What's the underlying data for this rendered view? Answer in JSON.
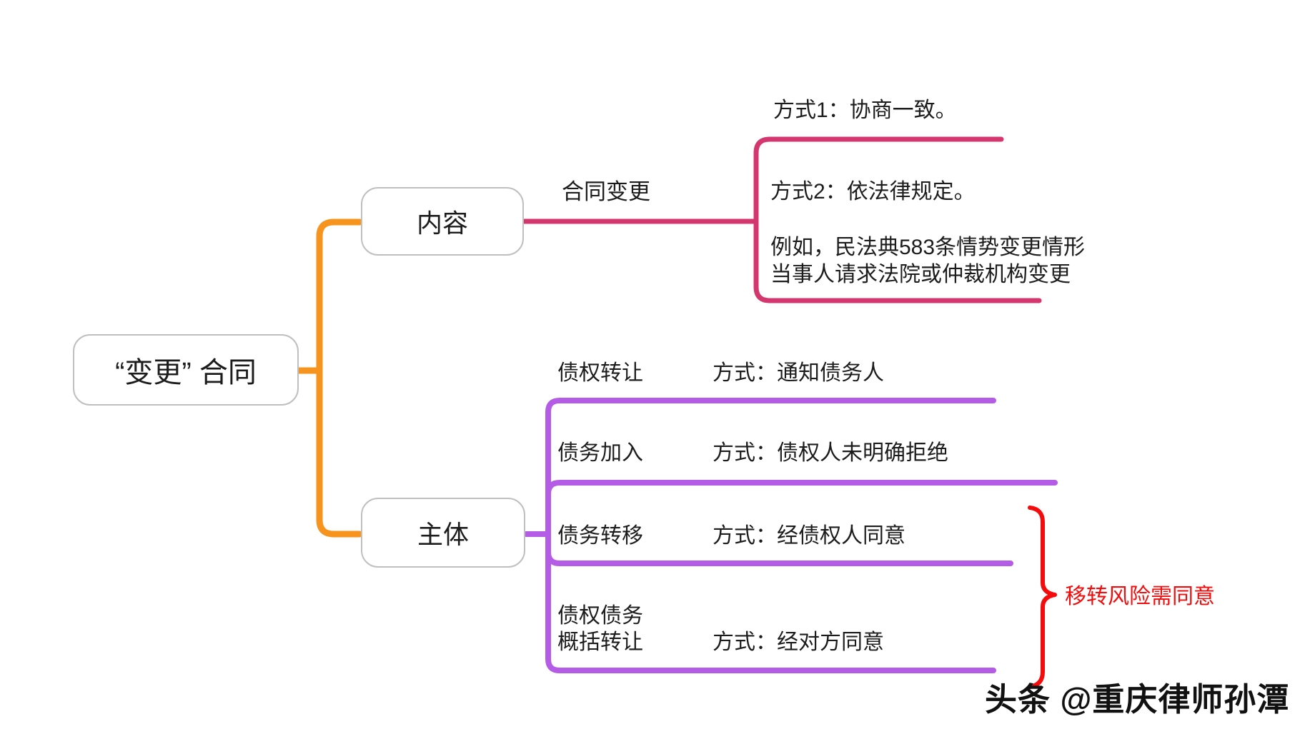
{
  "colors": {
    "orange": "#f7941e",
    "pink": "#d4376e",
    "purple": "#b55ce6",
    "red": "#f40b0b",
    "border": "#bfbfbf",
    "text": "#1c1c1c"
  },
  "root": {
    "label": "“变更” 合同"
  },
  "branches": {
    "content": {
      "label": "内容",
      "edge_label": "合同变更",
      "children": [
        {
          "text": "方式1：协商一致。"
        },
        {
          "lines": [
            "方式2：依法律规定。",
            "例如，民法典583条情势变更情形",
            "当事人请求法院或仲裁机构变更"
          ]
        }
      ]
    },
    "subject": {
      "label": "主体",
      "children": [
        {
          "label": "债权转让",
          "method": "方式：通知债务人"
        },
        {
          "label": "债务加入",
          "method": "方式：债权人未明确拒绝"
        },
        {
          "label": "债务转移",
          "method": "方式：经债权人同意"
        },
        {
          "label_lines": [
            "债权债务",
            "概括转让"
          ],
          "method": "方式：经对方同意"
        }
      ]
    }
  },
  "annotation": {
    "brace_label": "移转风险需同意"
  },
  "watermark": "头条 @重庆律师孙潭"
}
